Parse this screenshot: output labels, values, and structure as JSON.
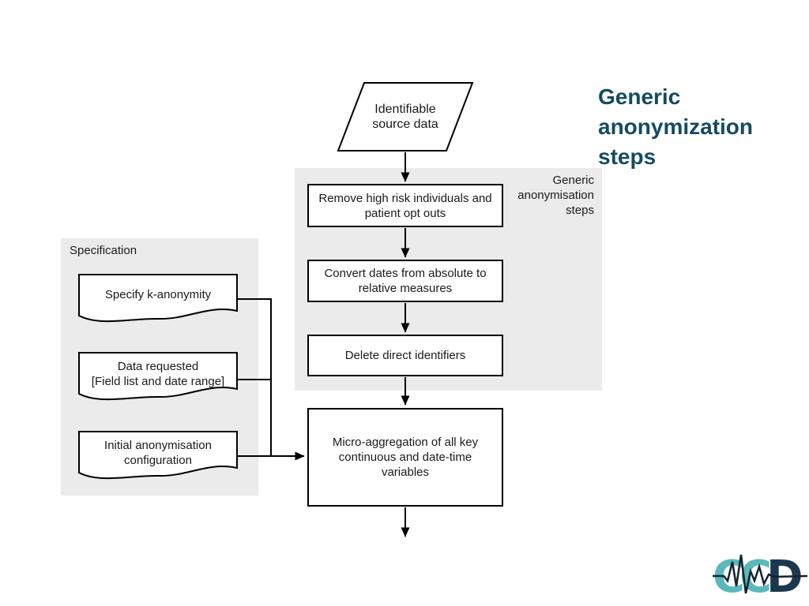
{
  "slide": {
    "title": "Generic\nanonymization\nsteps",
    "title_color": "#154b61",
    "background": "#ffffff"
  },
  "flowchart": {
    "panel_bg": "#ebebeb",
    "line_color": "#000000",
    "source": {
      "label": "Identifiable\nsource data"
    },
    "generic_panel": {
      "label": "Generic\nanonymisation\nsteps",
      "steps": [
        {
          "label": "Remove high risk individuals and\npatient opt outs"
        },
        {
          "label": "Convert dates from absolute to\nrelative measures"
        },
        {
          "label": "Delete direct identifiers"
        }
      ]
    },
    "specification_panel": {
      "label": "Specification",
      "documents": [
        {
          "label": "Specify k-anonymity"
        },
        {
          "label": "Data requested\n[Field list and date range]"
        },
        {
          "label": "Initial anonymisation\nconfiguration"
        }
      ]
    },
    "merge_step": {
      "label": "Micro-aggregation of all key\ncontinuous and date-time\nvariables"
    }
  },
  "logo": {
    "letters": [
      "C",
      "C",
      "D"
    ],
    "teal": "#5bb8bd",
    "navy": "#1c3850",
    "ecg_color": "#13222e"
  }
}
